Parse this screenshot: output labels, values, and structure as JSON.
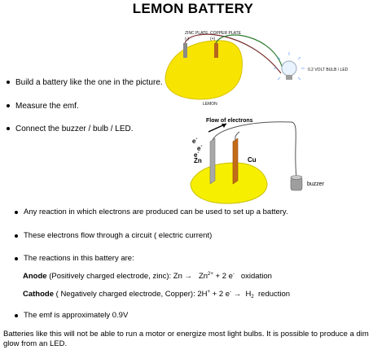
{
  "title": "LEMON BATTERY",
  "fig1": {
    "zinc_plate": "ZINC PLATE",
    "zinc_sign": "(-)",
    "copper_plate": "COPPER PLATE",
    "copper_sign": "(+)",
    "lemon": "LEMON",
    "bulb": "0.2 VOLT BULB / LED"
  },
  "bullets_top": [
    {
      "text": "Build a battery like the one in the picture."
    },
    {
      "text": "Measure the emf."
    },
    {
      "text": "Connect the buzzer / bulb / LED."
    }
  ],
  "fig2": {
    "flow": "Flow of electrons",
    "e1": "e",
    "e2": "e",
    "e3": "e",
    "minus": "-",
    "zn": "Zn",
    "cu": "Cu",
    "buzzer": "buzzer"
  },
  "bullets_bottom": {
    "b1": "Any reaction in which electrons are produced can be used to set up a battery.",
    "b2": "These electrons flow through a circuit ( electric current)",
    "b3": "The reactions in this battery are:",
    "anode_label": "Anode",
    "anode_desc": " (Positively charged electrode, zinc): Zn",
    "anode_arrow": "→",
    "anode_prod1": "Zn",
    "anode_charge": "2+",
    "anode_plus": " + 2 e",
    "anode_e_sup": "-",
    "anode_type": "oxidation",
    "cathode_label": "Cathode",
    "cathode_desc": " ( Negatively charged electrode, Copper): 2H",
    "cathode_h_sup": "+",
    "cathode_plus": " + 2 e",
    "cathode_e_sup": "-",
    "cathode_arrow": "→",
    "cathode_prod": "H",
    "cathode_sub": "2",
    "cathode_type": "reduction",
    "b4": "The emf is approximately 0.9V"
  },
  "footer": "Batteries like this will not be able to run a motor or energize most light bulbs.  It is possible to produce a dim glow from an LED."
}
